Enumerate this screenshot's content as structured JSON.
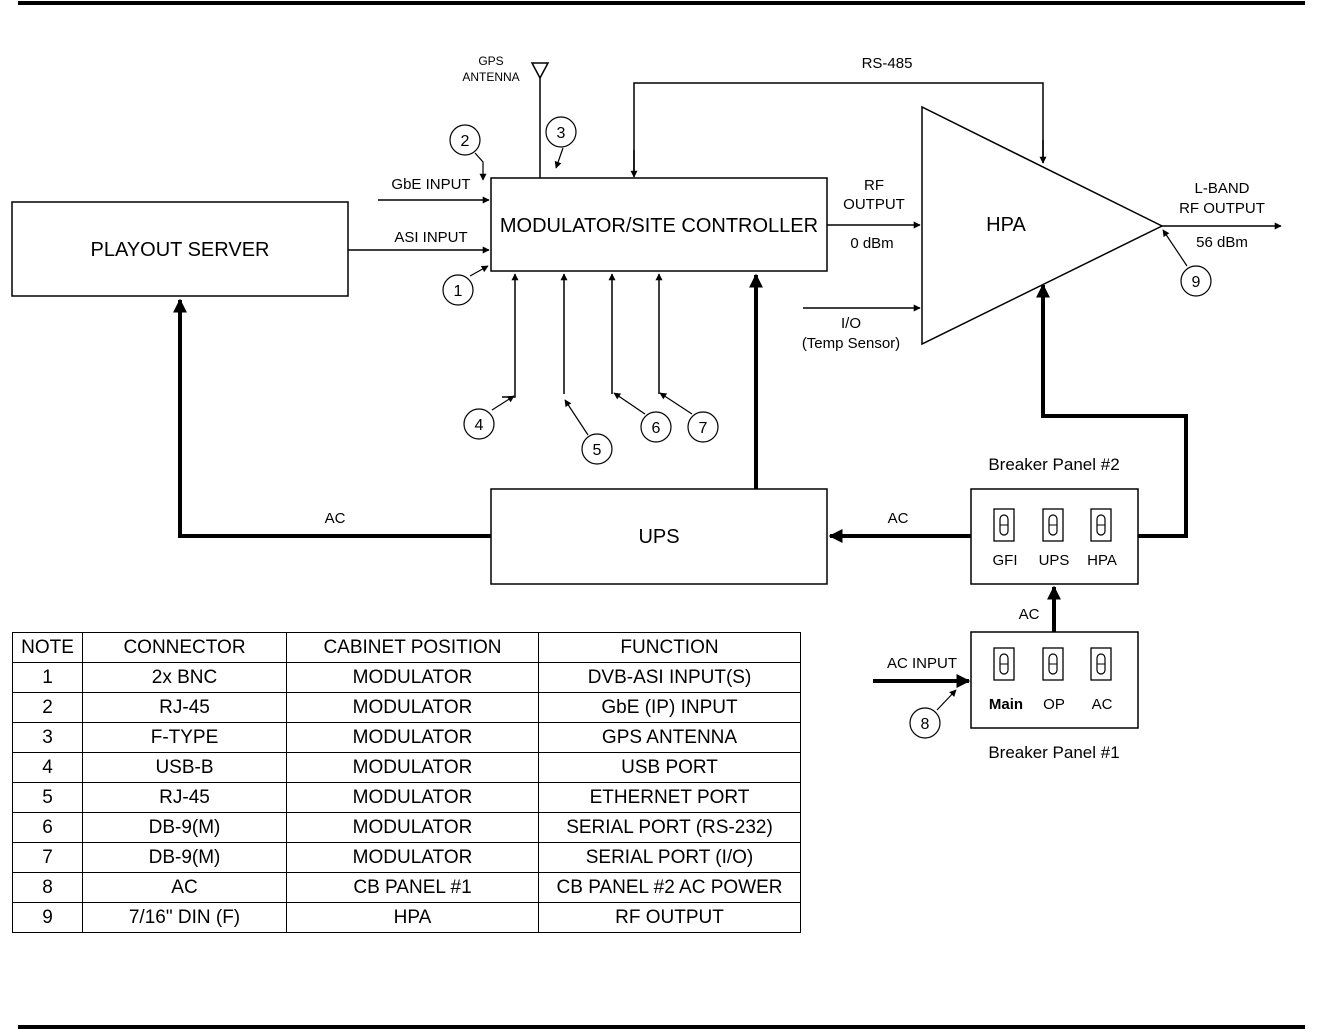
{
  "blocks": {
    "playout_server": "PLAYOUT SERVER",
    "modulator": "MODULATOR/SITE CONTROLLER",
    "hpa": "HPA",
    "ups": "UPS"
  },
  "labels": {
    "gps_antenna_1": "GPS",
    "gps_antenna_2": "ANTENNA",
    "rs485": "RS-485",
    "gbe_input": "GbE INPUT",
    "asi_input": "ASI INPUT",
    "rf_output_1": "RF",
    "rf_output_2": "OUTPUT",
    "rf_output_level": "0 dBm",
    "lband_1": "L-BAND",
    "lband_2": "RF OUTPUT",
    "lband_level": "56 dBm",
    "io_1": "I/O",
    "io_2": "(Temp Sensor)",
    "ac_left": "AC",
    "ac_right": "AC",
    "ac_vertical": "AC",
    "ac_input": "AC INPUT"
  },
  "breaker_panel_2": {
    "title": "Breaker Panel #2",
    "switches": [
      "GFI",
      "UPS",
      "HPA"
    ]
  },
  "breaker_panel_1": {
    "title": "Breaker Panel #1",
    "switches": [
      "Main",
      "OP",
      "AC"
    ]
  },
  "callouts": [
    "1",
    "2",
    "3",
    "4",
    "5",
    "6",
    "7",
    "8",
    "9"
  ],
  "table": {
    "headers": [
      "NOTE",
      "CONNECTOR",
      "CABINET POSITION",
      "FUNCTION"
    ],
    "rows": [
      [
        "1",
        "2x BNC",
        "MODULATOR",
        "DVB-ASI INPUT(S)"
      ],
      [
        "2",
        "RJ-45",
        "MODULATOR",
        "GbE (IP) INPUT"
      ],
      [
        "3",
        "F-TYPE",
        "MODULATOR",
        "GPS ANTENNA"
      ],
      [
        "4",
        "USB-B",
        "MODULATOR",
        "USB PORT"
      ],
      [
        "5",
        "RJ-45",
        "MODULATOR",
        "ETHERNET PORT"
      ],
      [
        "6",
        "DB-9(M)",
        "MODULATOR",
        "SERIAL PORT (RS-232)"
      ],
      [
        "7",
        "DB-9(M)",
        "MODULATOR",
        "SERIAL PORT (I/O)"
      ],
      [
        "8",
        "AC",
        "CB PANEL #1",
        "CB PANEL #2 AC POWER"
      ],
      [
        "9",
        "7/16\" DIN (F)",
        "HPA",
        "RF OUTPUT"
      ]
    ]
  }
}
